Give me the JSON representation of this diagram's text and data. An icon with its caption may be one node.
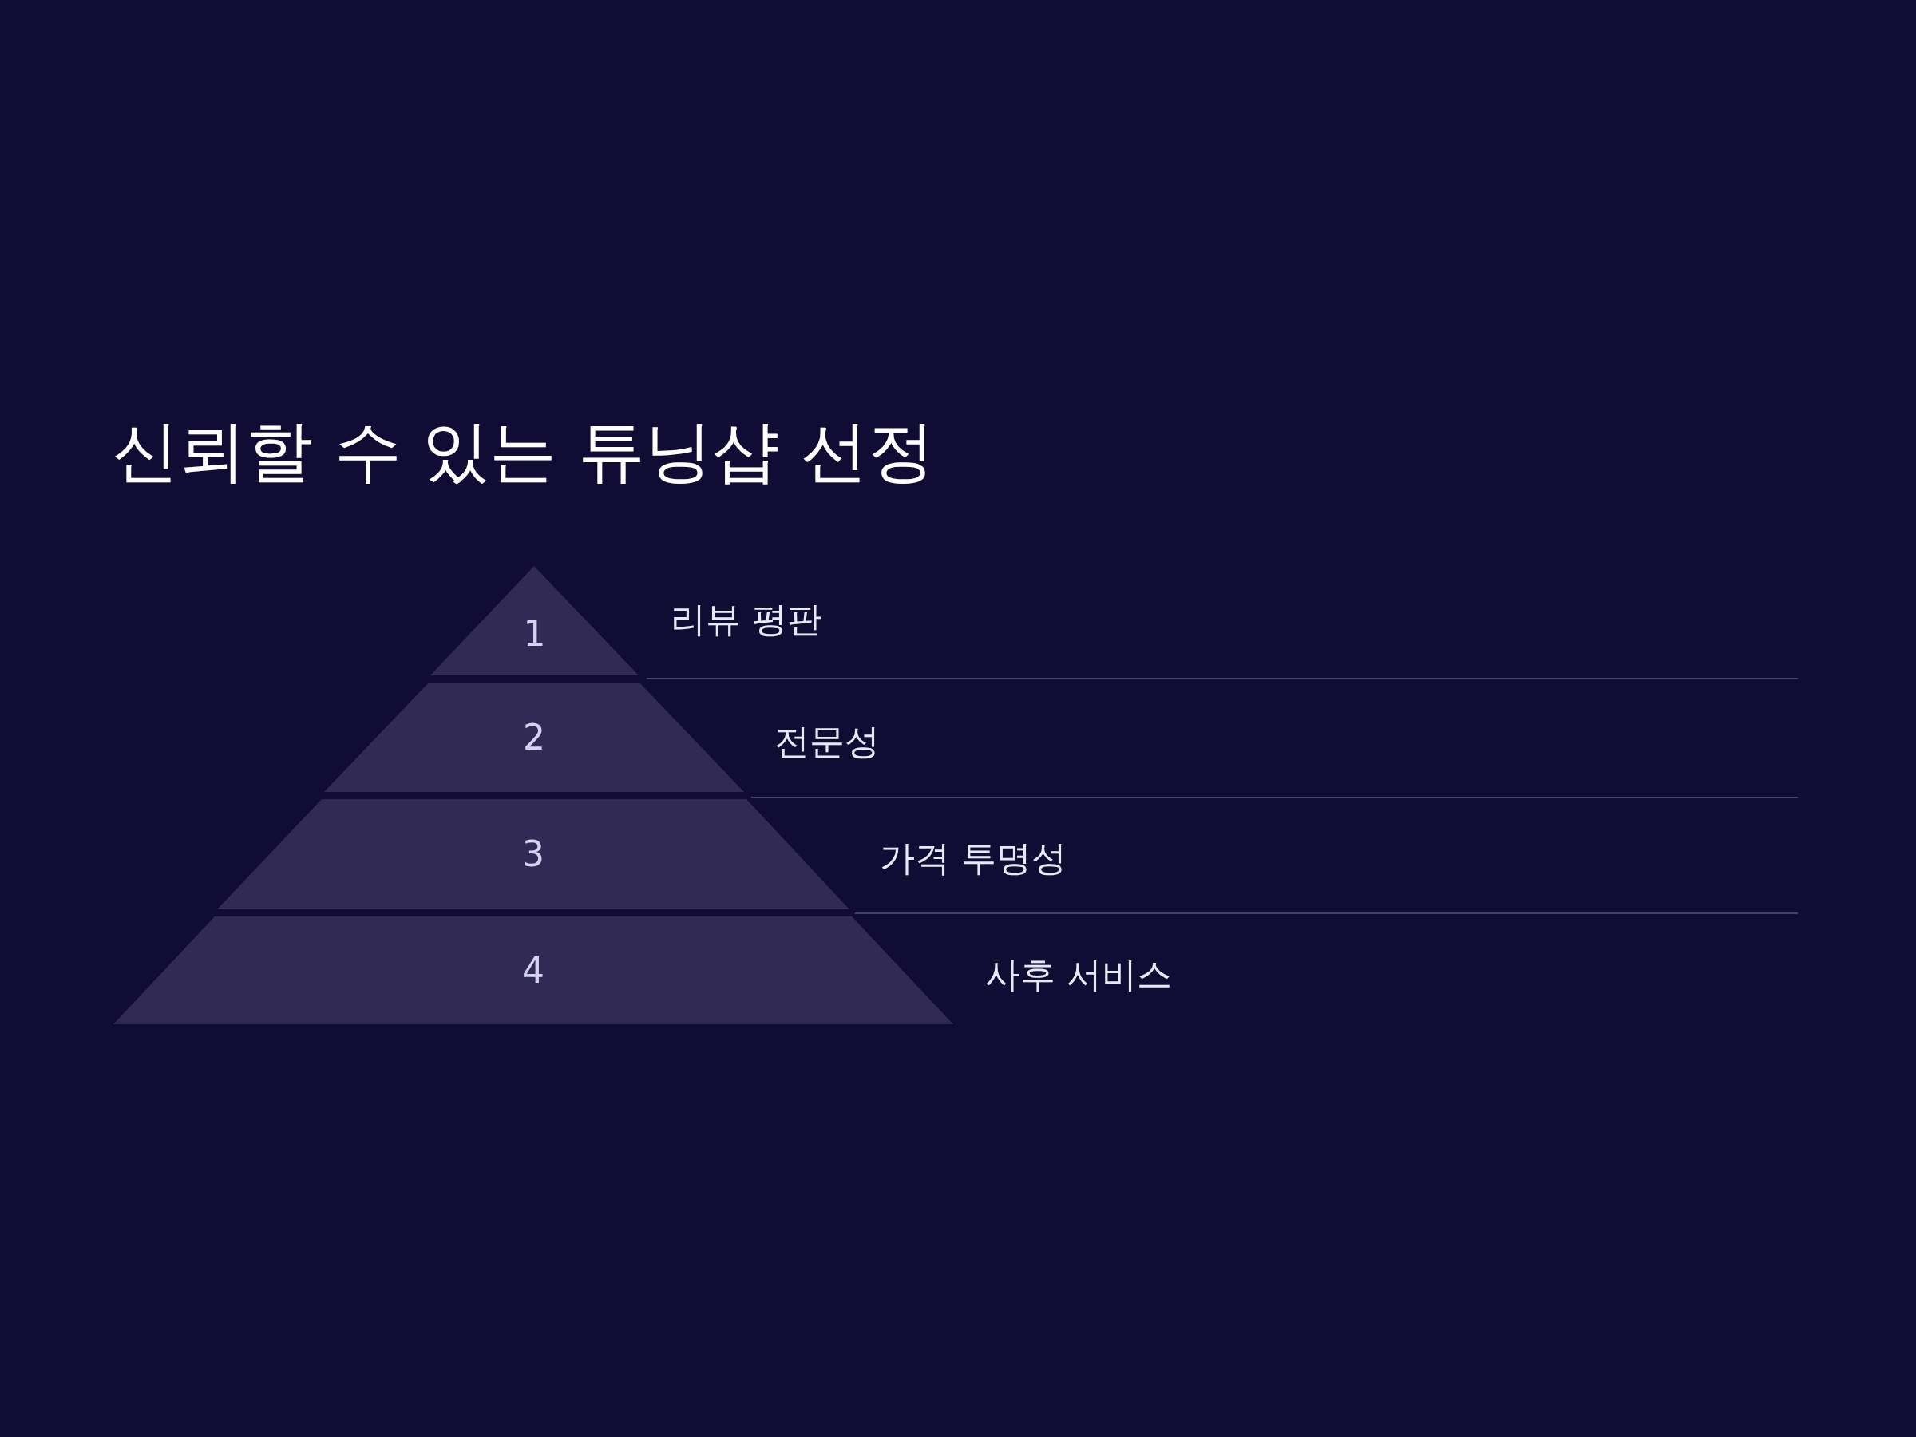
{
  "diagram": {
    "title": "신뢰할 수 있는 튜닝샵 선정",
    "nodes": [
      {
        "text": [
          "1"
        ],
        "beside": [
          "리뷰 평판"
        ]
      },
      {
        "text": [
          "2"
        ],
        "beside": [
          "전문성"
        ]
      },
      {
        "text": [
          "3"
        ],
        "beside": [
          "가격 투명성"
        ]
      },
      {
        "text": [
          "4"
        ],
        "beside": [
          "사후 서비스"
        ]
      }
    ]
  }
}
